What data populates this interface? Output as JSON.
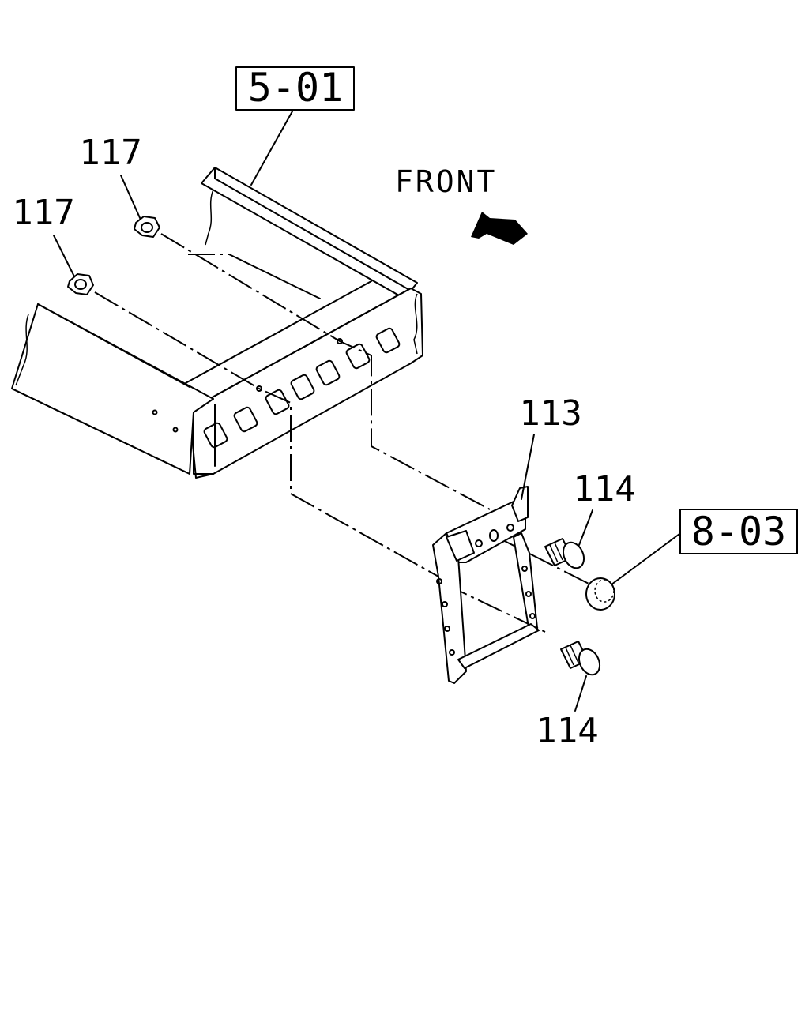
{
  "labels": {
    "ref_top": "5-01",
    "ref_right": "8-03",
    "front": "FRONT",
    "nut_upper": "117",
    "nut_lower": "117",
    "bracket": "113",
    "bolt_upper": "114",
    "bolt_lower": "114"
  }
}
